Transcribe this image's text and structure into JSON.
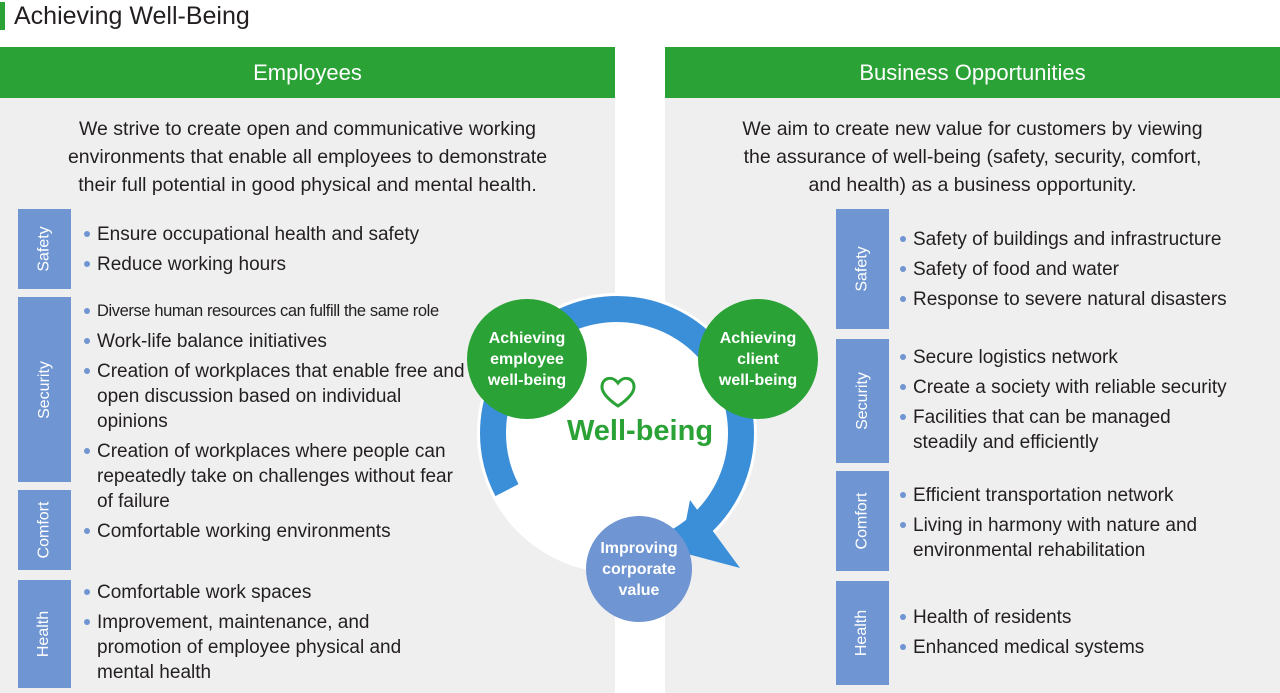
{
  "title": "Achieving Well-Being",
  "left": {
    "header": "Employees",
    "intro": [
      "We strive to create open and communicative working",
      "environments that enable all employees to demonstrate",
      "their full potential in good physical and mental health."
    ],
    "categories": [
      {
        "label": "Safety",
        "items": [
          "Ensure occupational health and safety",
          "Reduce working hours"
        ]
      },
      {
        "label": "Security",
        "items": [
          "Diverse human resources can fulfill the same role",
          "Work-life balance initiatives",
          "Creation of workplaces that enable free and open discussion based on individual opinions",
          "Creation of workplaces where people can repeatedly take on challenges without fear of failure"
        ]
      },
      {
        "label": "Comfort",
        "items": [
          "Comfortable working environments"
        ]
      },
      {
        "label": "Health",
        "items": [
          "Comfortable work spaces",
          "Improvement, maintenance, and promotion of employee physical and mental health"
        ]
      }
    ]
  },
  "right": {
    "header": "Business Opportunities",
    "intro": [
      "We aim to create new value for customers by viewing",
      "the assurance of well-being (safety, security, comfort,",
      "and health) as a business opportunity."
    ],
    "categories": [
      {
        "label": "Safety",
        "items": [
          "Safety of buildings and infrastructure",
          "Safety of food and water",
          "Response to severe natural disasters"
        ]
      },
      {
        "label": "Security",
        "items": [
          "Secure logistics network",
          "Create a society with reliable security",
          "Facilities that can be managed steadily and efficiently"
        ]
      },
      {
        "label": "Comfort",
        "items": [
          "Efficient transportation network",
          "Living in harmony with nature and environmental rehabilitation"
        ]
      },
      {
        "label": "Health",
        "items": [
          "Health of residents",
          "Enhanced medical systems"
        ]
      }
    ]
  },
  "center": {
    "label": "Well-being",
    "nodes": {
      "employee": [
        "Achieving",
        "employee",
        "well-being"
      ],
      "client": [
        "Achieving",
        "client",
        "well-being"
      ],
      "corporate": [
        "Improving",
        "corporate",
        "value"
      ]
    }
  },
  "colors": {
    "green": "#2aa236",
    "blue": "#6f95d2",
    "panel": "#efefef",
    "ring": "#3b8fd9"
  }
}
